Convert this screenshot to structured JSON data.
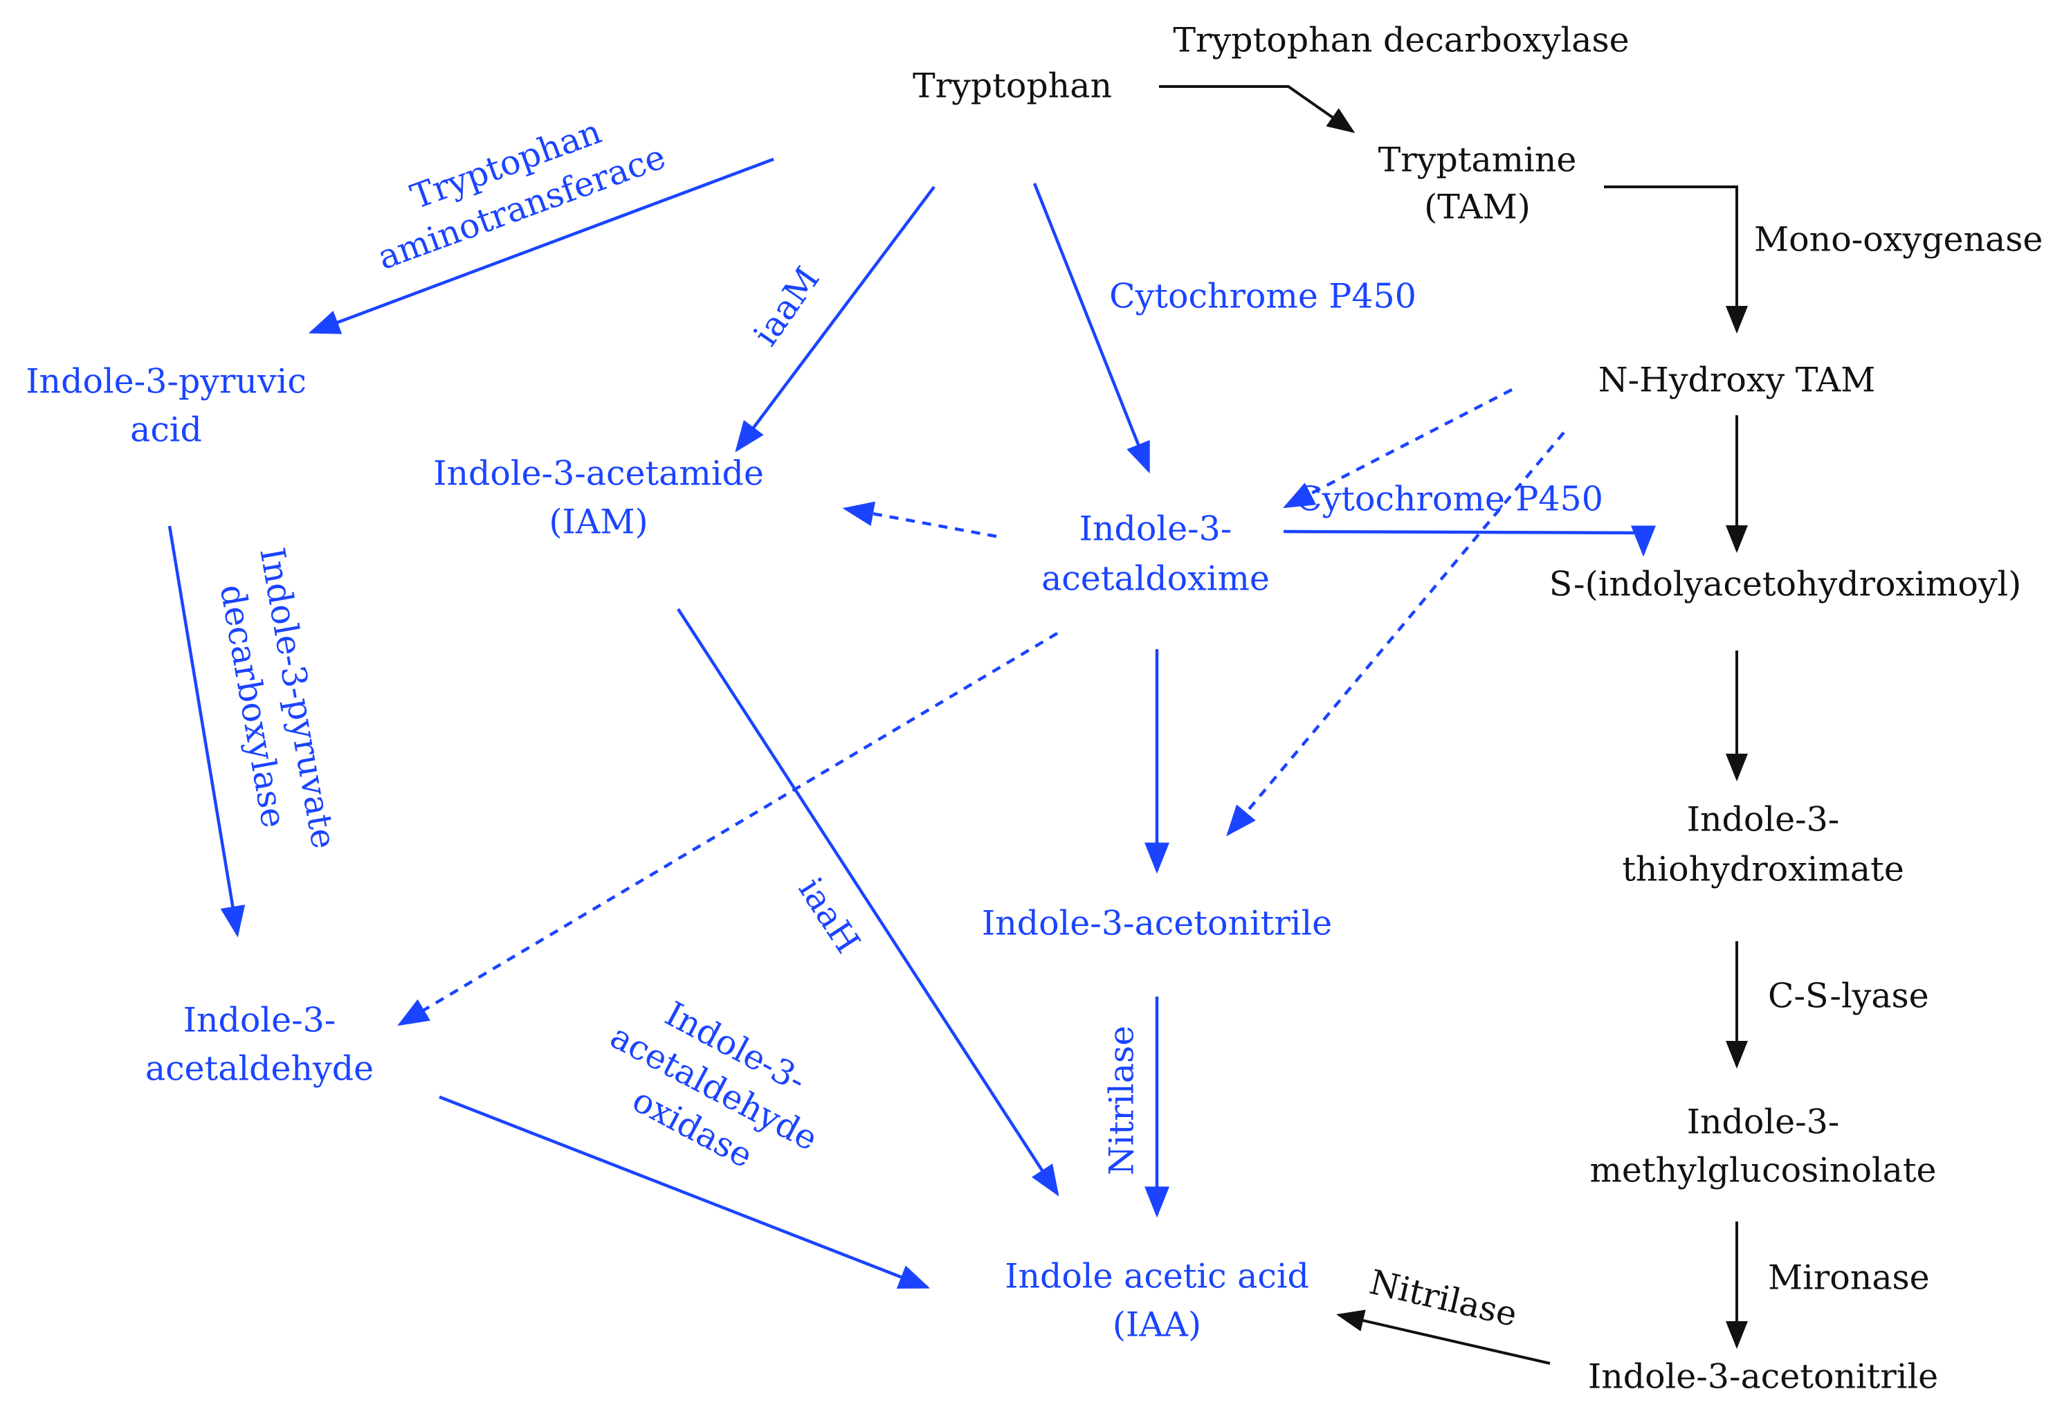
{
  "colors": {
    "plant_pathway": "#1a44ff",
    "tam_pathway": "#111111",
    "background": "#ffffff"
  },
  "compounds": {
    "tryptophan": "Tryptophan",
    "tryptamine": [
      "Tryptamine",
      "(TAM)"
    ],
    "n_hydroxy_tam": "N-Hydroxy TAM",
    "s_indolyacetohydroximoyl": "S-(indolyacetohydroximoyl)",
    "indole_3_thiohydroximate": [
      "Indole-3-",
      "thiohydroximate"
    ],
    "indole_3_methylglucosinolate": [
      "Indole-3-",
      "methylglucosinolate"
    ],
    "indole_3_acetonitrile_right": "Indole-3-acetonitrile",
    "indole_3_pyruvic_acid": [
      "Indole-3-pyruvic",
      "acid"
    ],
    "indole_3_acetamide": [
      "Indole-3-acetamide",
      "(IAM)"
    ],
    "indole_3_acetaldoxime": [
      "Indole-3-",
      "acetaldoxime"
    ],
    "indole_3_acetonitrile_center": "Indole-3-acetonitrile",
    "indole_3_acetaldehyde": [
      "Indole-3-",
      "acetaldehyde"
    ],
    "indole_acetic_acid": [
      "Indole acetic acid",
      "(IAA)"
    ]
  },
  "enzymes": {
    "tryptophan_decarboxylase": "Tryptophan decarboxylase",
    "mono_oxygenase": "Mono-oxygenase",
    "c_s_lyase": "C-S-lyase",
    "mironase": "Mironase",
    "nitrilase_right": "Nitrilase",
    "tryptophan_aminotransferace": [
      "Tryptophan",
      "aminotransferace"
    ],
    "iaam": "iaaM",
    "cytochrome_p450_top": "Cytochrome P450",
    "cytochrome_p450_mid": "Cytochrome P450",
    "indole_3_pyruvate_decarboxylase": [
      "Indole-3-pyruvate",
      "decarboxylase"
    ],
    "iaah": "iaaH",
    "nitrilase_center": "Nitrilase",
    "indole_3_acetaldehyde_oxidase": [
      "Indole-3-",
      "acetaldehyde",
      "oxidase"
    ]
  }
}
